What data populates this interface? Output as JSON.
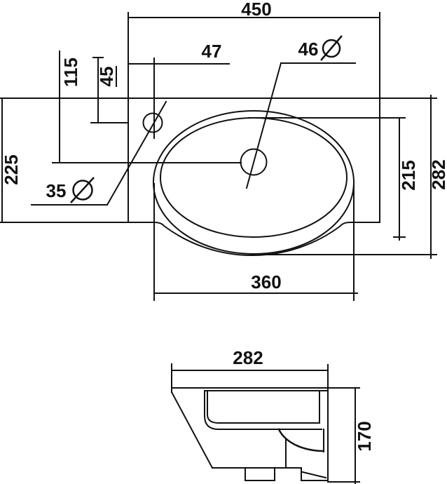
{
  "drawing": {
    "type": "washbasin technical drawing",
    "line_color": "#111111",
    "background": "#ffffff"
  },
  "icons": {
    "diameter_symbol": "Ø"
  },
  "dims": {
    "overall_width": "450",
    "tap_offset_x": "47",
    "drain_diameter": "46",
    "center_offset_y": "115",
    "tap_offset_y": "45",
    "left_depth": "225",
    "tap_diameter": "35",
    "bowl_depth": "215",
    "overall_depth": "282",
    "bowl_width": "360",
    "side_depth": "282",
    "side_height": "170"
  }
}
